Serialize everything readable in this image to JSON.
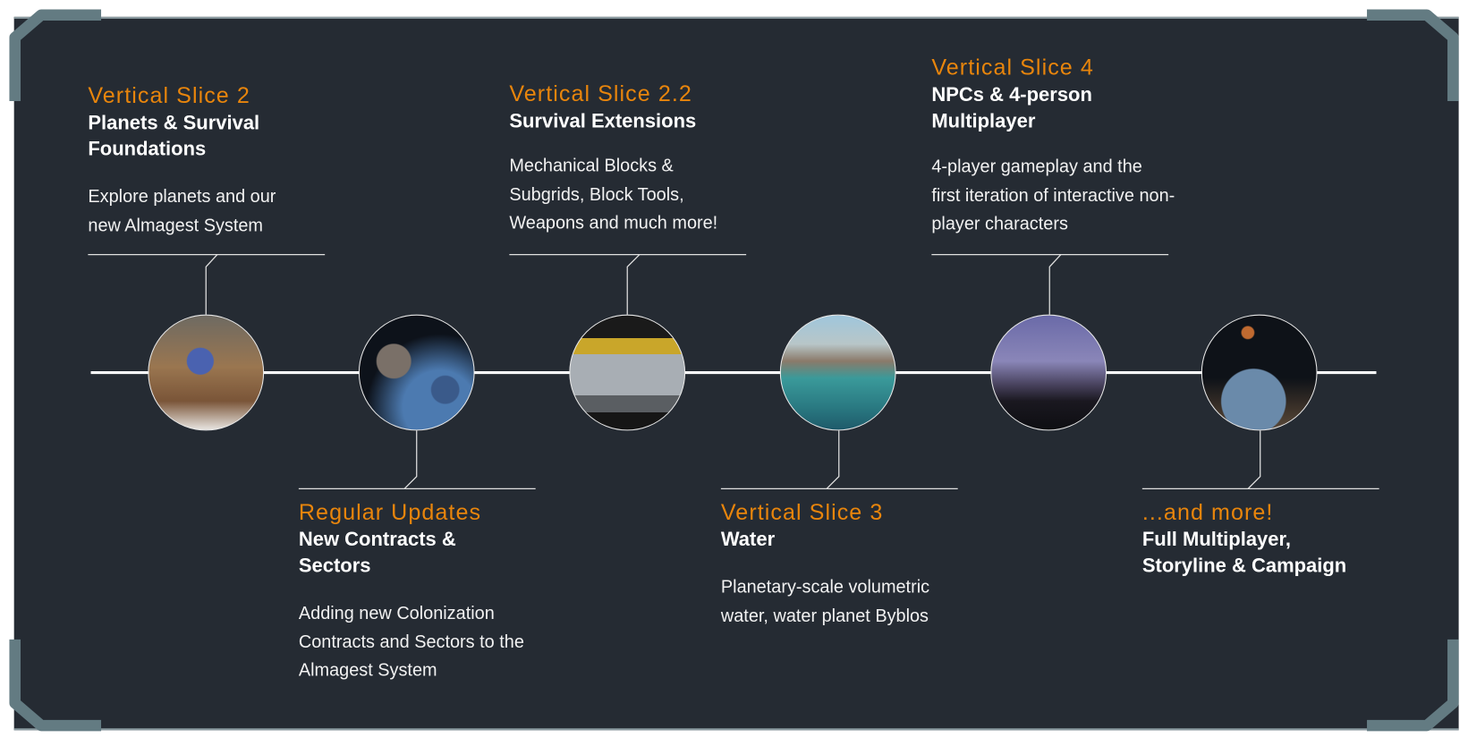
{
  "colors": {
    "accent": "#e8850c",
    "background": "#252b33",
    "frame": "#637b82"
  },
  "milestones": [
    {
      "title": "Vertical Slice 2",
      "subtitle": "Planets & Survival Foundations",
      "body": "Explore planets and our new Almagest System",
      "image": "astronaut-on-planet"
    },
    {
      "title": "Regular Updates",
      "subtitle": "New Contracts & Sectors",
      "body": "Adding new Colonization Contracts and Sectors to the Almagest System",
      "image": "asteroid-and-ship"
    },
    {
      "title": "Vertical Slice 2.2",
      "subtitle": "Survival Extensions",
      "body": "Mechanical Blocks & Subgrids, Block Tools, Weapons and much more!",
      "image": "mechanical-block"
    },
    {
      "title": "Vertical Slice 3",
      "subtitle": "Water",
      "body": "Planetary-scale volumetric water, water planet Byblos",
      "image": "water-lake"
    },
    {
      "title": "Vertical Slice 4",
      "subtitle": "NPCs & 4-person Multiplayer",
      "body": "4-player gameplay and the first iteration of interactive non-player characters",
      "image": "silhouetted-players"
    },
    {
      "title": "...and more!",
      "subtitle": "Full Multiplayer, Storyline & Campaign",
      "image": "planet-from-space"
    }
  ]
}
